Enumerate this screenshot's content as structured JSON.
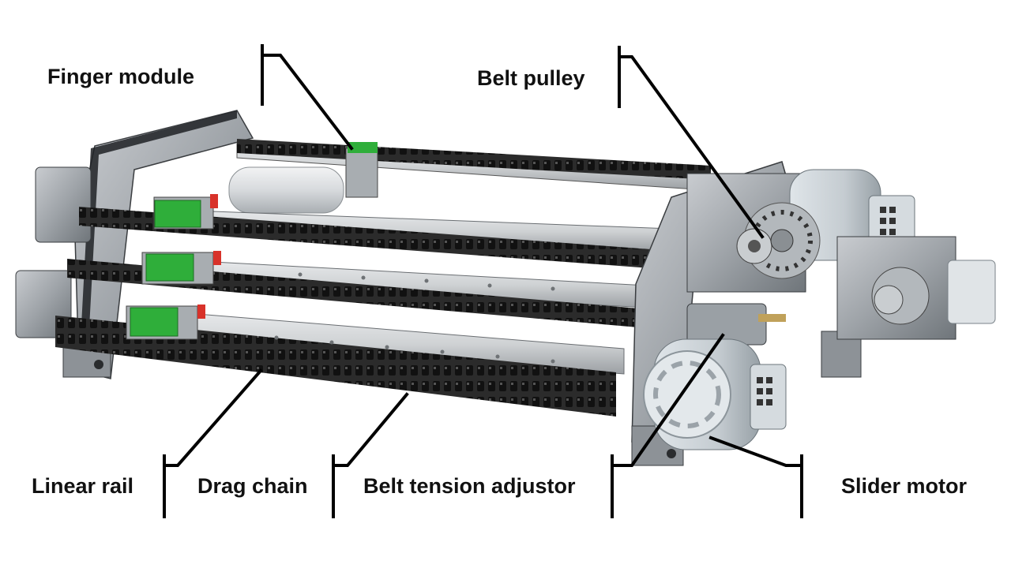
{
  "labels": {
    "finger_module": "Finger module",
    "belt_pulley": "Belt pulley",
    "linear_rail": "Linear rail",
    "drag_chain": "Drag chain",
    "belt_tension_adjustor": "Belt tension adjustor",
    "slider_motor": "Slider motor"
  },
  "colors": {
    "frame_plate": "#9ea3a8",
    "rail_steel": "#cfd2d4",
    "drag_chain": "#2b2b2b",
    "connector_green": "#2fae3a",
    "stopper_red": "#d8322a",
    "motor_housing": "#c5ccd1",
    "leader_line": "#000000"
  },
  "icons": [
    "drag-chain-icon",
    "linear-rail-icon",
    "belt-pulley-icon",
    "slider-motor-icon"
  ]
}
